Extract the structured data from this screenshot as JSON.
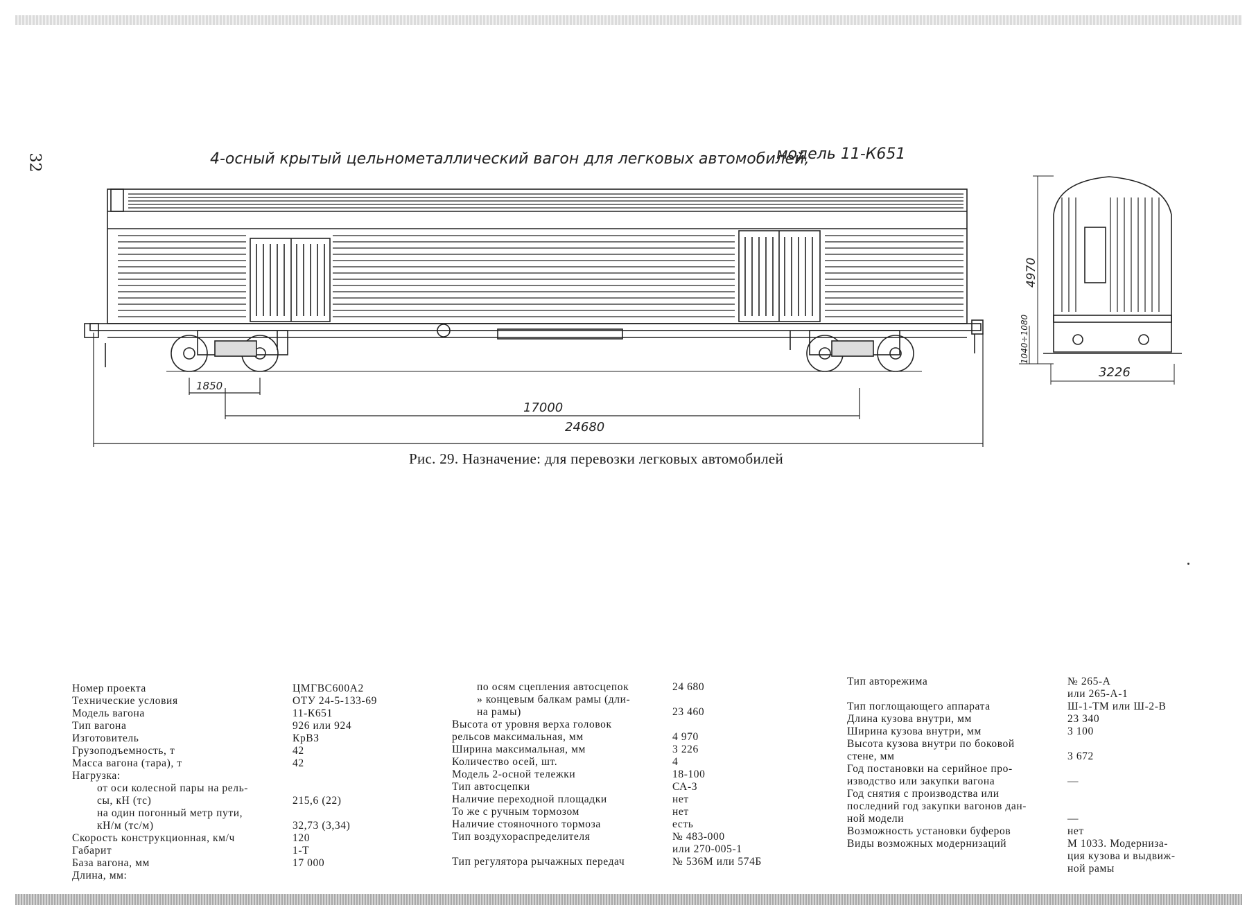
{
  "page_number": "32",
  "drawing": {
    "title": "4-осный крытый цельнометаллический вагон для легковых автомобилей,",
    "model": "модель 11-К651",
    "dimensions": {
      "bogie_wheelbase": "1850",
      "base": "17000",
      "length": "24680",
      "height": "4970",
      "coupler_height": "1040÷1080",
      "width": "3226"
    }
  },
  "caption": "Рис. 29. Назначение: для перевозки легковых автомобилей",
  "specs": {
    "col1": [
      {
        "label": "Номер проекта",
        "value": "ЦМГВС600А2"
      },
      {
        "label": "Технические условия",
        "value": "ОТУ 24-5-133-69"
      },
      {
        "label": "Модель вагона",
        "value": "11-К651"
      },
      {
        "label": "Тип вагона",
        "value": "926 или 924"
      },
      {
        "label": "Изготовитель",
        "value": "КрВЗ"
      },
      {
        "label": "Грузоподъемность, т",
        "value": "42"
      },
      {
        "label": "Масса вагона (тара), т",
        "value": "42"
      },
      {
        "label": "Нагрузка:",
        "value": ""
      },
      {
        "label": "от оси колесной пары на рель-",
        "value": "",
        "indent": true
      },
      {
        "label": "сы, кН (тс)",
        "value": "215,6 (22)",
        "indent": true
      },
      {
        "label": "на один погонный метр пути,",
        "value": "",
        "indent": true
      },
      {
        "label": "кН/м (тс/м)",
        "value": "32,73 (3,34)",
        "indent": true
      },
      {
        "label": "Скорость конструкционная, км/ч",
        "value": "120"
      },
      {
        "label": "Габарит",
        "value": "1-Т"
      },
      {
        "label": "База вагона, мм",
        "value": "17 000"
      },
      {
        "label": "Длина, мм:",
        "value": ""
      }
    ],
    "col2": [
      {
        "label": "по осям сцепления автосцепок",
        "value": "24 680",
        "indent": true
      },
      {
        "label": "» концевым балкам рамы (дли-",
        "value": "",
        "indent": true
      },
      {
        "label": "на рамы)",
        "value": "23 460",
        "indent": true
      },
      {
        "label": "Высота от уровня верха головок",
        "value": ""
      },
      {
        "label": "рельсов максимальная, мм",
        "value": "4 970"
      },
      {
        "label": "Ширина максимальная, мм",
        "value": "3 226"
      },
      {
        "label": "Количество осей, шт.",
        "value": "4"
      },
      {
        "label": "Модель 2-осной тележки",
        "value": "18-100"
      },
      {
        "label": "Тип автосцепки",
        "value": "СА-3"
      },
      {
        "label": "Наличие переходной площадки",
        "value": "нет"
      },
      {
        "label": "То же с ручным тормозом",
        "value": "нет"
      },
      {
        "label": "Наличие стояночного тормоза",
        "value": "есть"
      },
      {
        "label": "Тип воздухораспределителя",
        "value": "№ 483-000"
      },
      {
        "label": "",
        "value": "или 270-005-1"
      },
      {
        "label": "Тип регулятора рычажных передач",
        "value": "№ 536М или 574Б"
      }
    ],
    "col3": [
      {
        "label": "Тип авторежима",
        "value": "№ 265-А"
      },
      {
        "label": "",
        "value": "или 265-А-1"
      },
      {
        "label": "Тип поглощающего аппарата",
        "value": "Ш-1-ТМ или Ш-2-В"
      },
      {
        "label": "Длина кузова внутри, мм",
        "value": "23 340"
      },
      {
        "label": "Ширина кузова внутри, мм",
        "value": "3 100"
      },
      {
        "label": "Высота кузова внутри по боковой",
        "value": ""
      },
      {
        "label": "стене, мм",
        "value": "3 672"
      },
      {
        "label": "Год постановки на серийное про-",
        "value": ""
      },
      {
        "label": "изводство или закупки вагона",
        "value": "—"
      },
      {
        "label": "Год снятия с производства или",
        "value": ""
      },
      {
        "label": "последний год закупки вагонов дан-",
        "value": ""
      },
      {
        "label": "ной модели",
        "value": "—"
      },
      {
        "label": "Возможность установки буферов",
        "value": "нет"
      },
      {
        "label": "Виды возможных модернизаций",
        "value": "М 1033. Модерниза-"
      },
      {
        "label": "",
        "value": "ция кузова и выдвиж-"
      },
      {
        "label": "",
        "value": "ной рамы"
      }
    ]
  }
}
